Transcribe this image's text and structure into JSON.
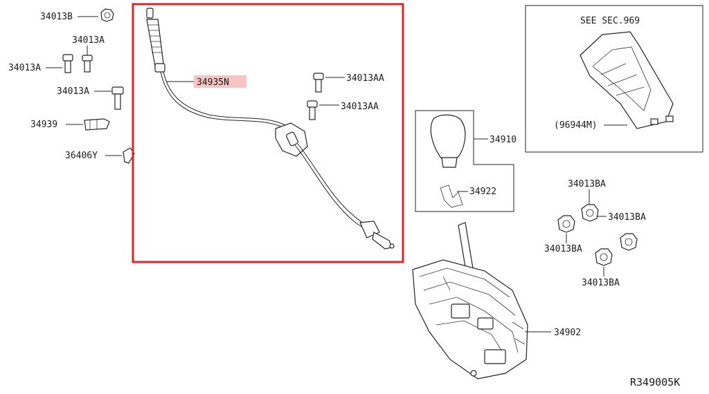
{
  "diagram": {
    "ref_code": "R349005K",
    "highlight_color": "#d8262b",
    "highlight_label_bg": "#f6c4c4",
    "callouts": [
      {
        "id": "c1",
        "text": "34013B"
      },
      {
        "id": "c2",
        "text": "34013A"
      },
      {
        "id": "c3",
        "text": "34013A"
      },
      {
        "id": "c4",
        "text": "34013A"
      },
      {
        "id": "c5",
        "text": "34939"
      },
      {
        "id": "c6",
        "text": "36406Y"
      },
      {
        "id": "c7",
        "text": "34935N"
      },
      {
        "id": "c8",
        "text": "34013AA"
      },
      {
        "id": "c9",
        "text": "34013AA"
      },
      {
        "id": "c10",
        "text": "34910"
      },
      {
        "id": "c11",
        "text": "34922"
      },
      {
        "id": "c12",
        "text": "34013BA"
      },
      {
        "id": "c13",
        "text": "34013BA"
      },
      {
        "id": "c14",
        "text": "34013BA"
      },
      {
        "id": "c15",
        "text": "34013BA"
      },
      {
        "id": "c16",
        "text": "34902"
      },
      {
        "id": "c17",
        "text": "SEE SEC.969"
      },
      {
        "id": "c18",
        "text": "(96944M)"
      }
    ]
  }
}
